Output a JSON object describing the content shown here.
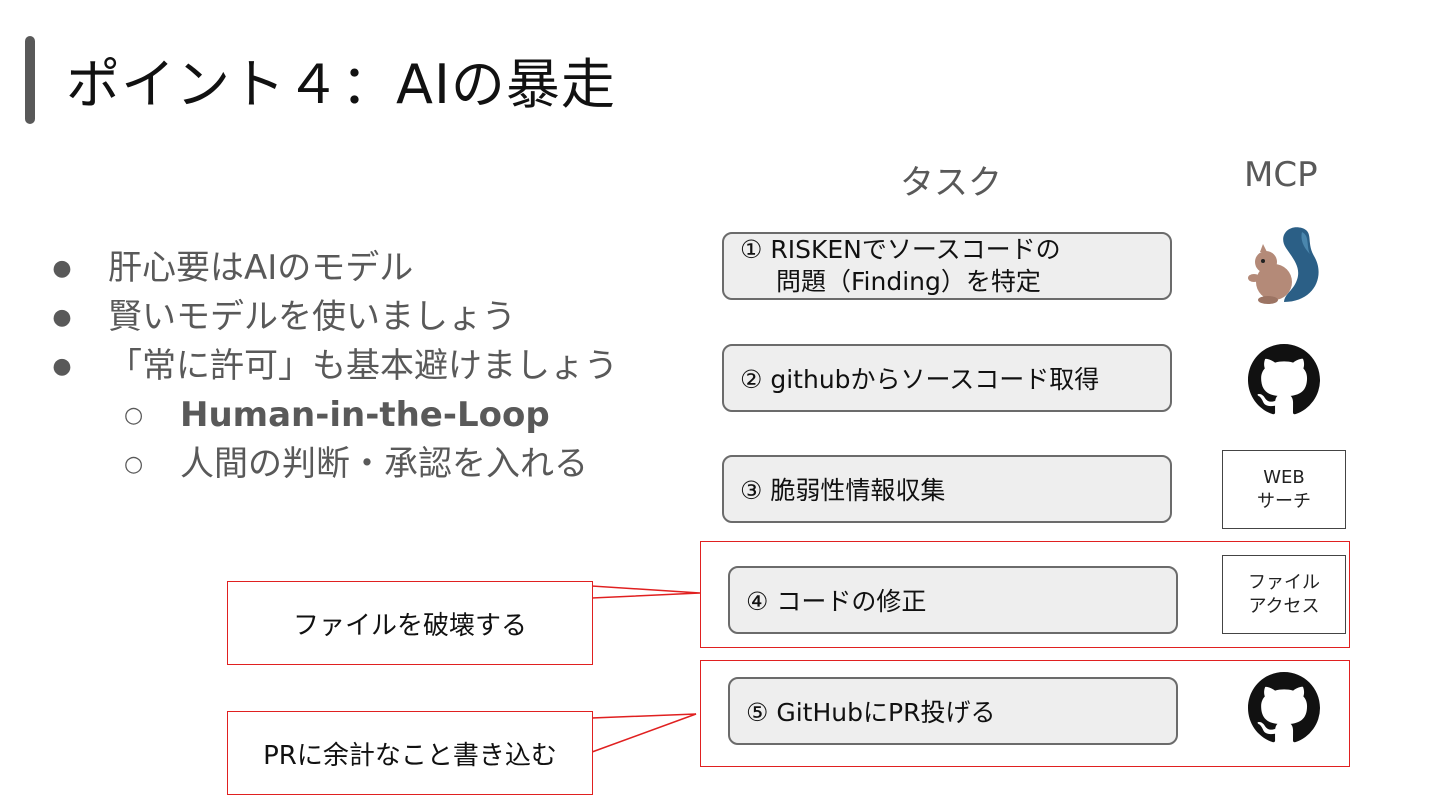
{
  "title": "ポイント４：AIの暴走",
  "bullets": [
    "肝心要はAIのモデル",
    "賢いモデルを使いましょう",
    "「常に許可」も基本避けましょう"
  ],
  "sub_bullets": [
    "Human-in-the-Loop",
    "人間の判断・承認を入れる"
  ],
  "glyphs": {
    "bullet": "●",
    "sub_bullet": "○"
  },
  "columns": {
    "task": "タスク",
    "mcp": "MCP"
  },
  "tasks": {
    "t1_line1": "① RISKENでソースコードの",
    "t1_line2": "問題（Finding）を特定",
    "t2": "② githubからソースコード取得",
    "t3": "③ 脆弱性情報収集",
    "t4": "④ コードの修正",
    "t5": "⑤ GitHubにPR投げる"
  },
  "mcp": {
    "t1_icon": "squirrel-icon",
    "t2_icon": "github-icon",
    "t3_line1": "WEB",
    "t3_line2": "サーチ",
    "t4_line1": "ファイル",
    "t4_line2": "アクセス",
    "t5_icon": "github-icon"
  },
  "callouts": {
    "file_destroy": "ファイルを破壊する",
    "pr_extra": "PRに余計なこと書き込む"
  },
  "colors": {
    "accent_red": "#e02020",
    "title_bar": "#595959",
    "task_fill": "#eeeeee",
    "squirrel_body": "#b48a78",
    "squirrel_tail": "#2b5f86"
  }
}
